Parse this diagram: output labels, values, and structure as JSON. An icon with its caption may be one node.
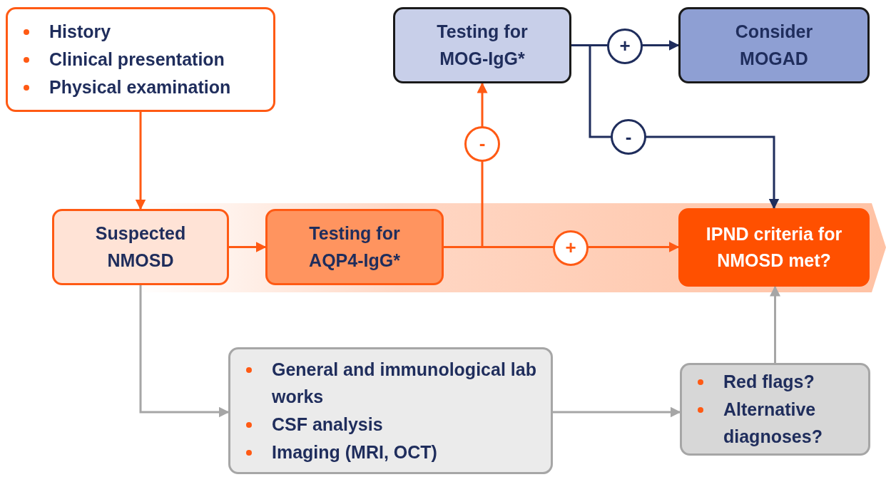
{
  "diagram": {
    "nodes": [
      {
        "text": [
          "History",
          "Clinical presentation",
          "Physical examination"
        ]
      },
      {
        "text": [
          "Suspected NMOSD"
        ]
      },
      {
        "text": [
          "Testing for AQP4-IgG*"
        ]
      },
      {
        "text": [
          "Testing for MOG-IgG*"
        ]
      },
      {
        "text": [
          "Consider MOGAD"
        ]
      },
      {
        "text": [
          "IPND criteria for NMOSD met?"
        ]
      },
      {
        "text": [
          "General and immunological lab works",
          "CSF analysis",
          "Imaging (MRI, OCT)"
        ]
      },
      {
        "text": [
          "Red flags?",
          "Alternative diagnoses?"
        ]
      }
    ],
    "edges": [
      {
        "from": 0,
        "to": 1,
        "arrow": "to"
      },
      {
        "from": 1,
        "to": 2,
        "arrow": "to"
      },
      {
        "from": 2,
        "to": 5,
        "arrow": "to",
        "label": "+"
      },
      {
        "from": 2,
        "to": 3,
        "arrow": "to",
        "label": "-"
      },
      {
        "from": 3,
        "to": 4,
        "arrow": "to",
        "label": "+",
        "color": "#1f2d5c"
      },
      {
        "from": 3,
        "to": 5,
        "arrow": "to",
        "label": "-",
        "color": "#1f2d5c"
      },
      {
        "from": 1,
        "to": 6,
        "arrow": "to",
        "color": "#a6a6a6"
      },
      {
        "from": 6,
        "to": 7,
        "arrow": "to",
        "color": "#a6a6a6"
      },
      {
        "from": 7,
        "to": 5,
        "arrow": "to",
        "color": "#a6a6a6"
      }
    ]
  }
}
